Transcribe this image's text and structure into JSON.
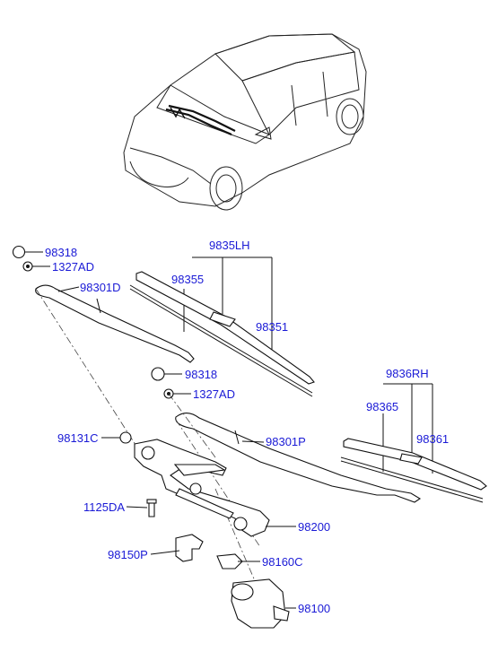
{
  "callouts": {
    "cap_left": "98318",
    "nut_left": "1327AD",
    "arm_left": "98301D",
    "blade_lh": "9835LH",
    "refill_lh": "98355",
    "insert_lh": "98351",
    "cap_right": "98318",
    "nut_right": "1327AD",
    "blade_rh": "9836RH",
    "refill_rh": "98365",
    "insert_rh": "98361",
    "pivot_cap": "98131C",
    "arm_right": "98301P",
    "bolt": "1125DA",
    "motor_link": "98200",
    "bracket": "98150P",
    "bracket_small": "98160C",
    "motor": "98100"
  }
}
